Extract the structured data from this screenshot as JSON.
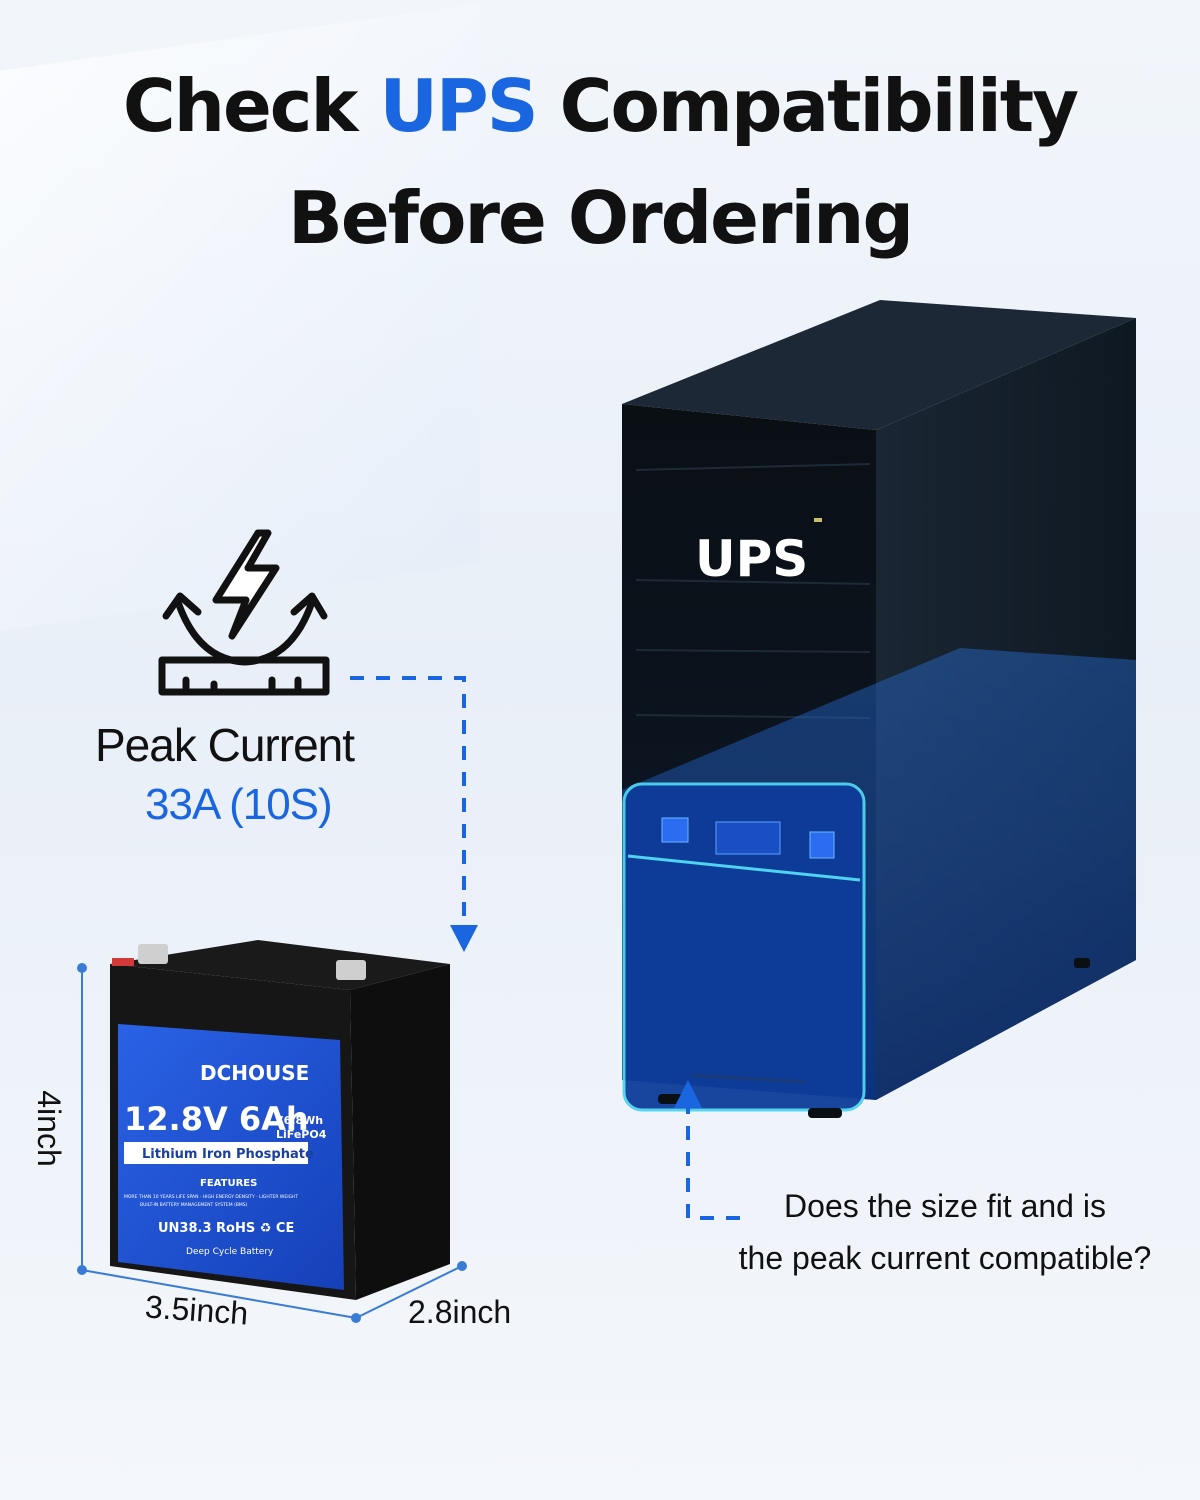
{
  "headline": {
    "line1_prefix": "Check",
    "line1_accent": "UPS",
    "line1_suffix": "Compatibility",
    "line2": "Before Ordering"
  },
  "peak": {
    "label": "Peak Current",
    "value": "33A (10S)",
    "icon": "peak-current-icon"
  },
  "ups": {
    "label": "UPS"
  },
  "battery": {
    "brand": "DCHOUSE",
    "spec": "12.8V 6Ah",
    "energy": "76.8Wh",
    "chemistry": "LiFePO4",
    "type": "Lithium Iron Phosphate",
    "features_title": "FEATURES",
    "features_line1": "MORE THAN 10 YEARS LIFE SPAN · HIGH ENERGY DENSITY · LIGHTER WEIGHT",
    "features_line2": "BUILT-IN BATTERY MANAGEMENT SYSTEM (BMS)",
    "certs": "UN38.3  RoHS  ♻  CE",
    "footer": "Deep Cycle Battery"
  },
  "dimensions": {
    "height": "4inch",
    "width": "3.5inch",
    "depth": "2.8inch"
  },
  "question": {
    "line1": "Does the size fit and is",
    "line2": "the peak current compatible?"
  },
  "colors": {
    "accent": "#1a66e0",
    "ups_body": "#0d1620",
    "ups_highlight": "#1f5fc7",
    "battery_label": "#1e4fd1"
  }
}
